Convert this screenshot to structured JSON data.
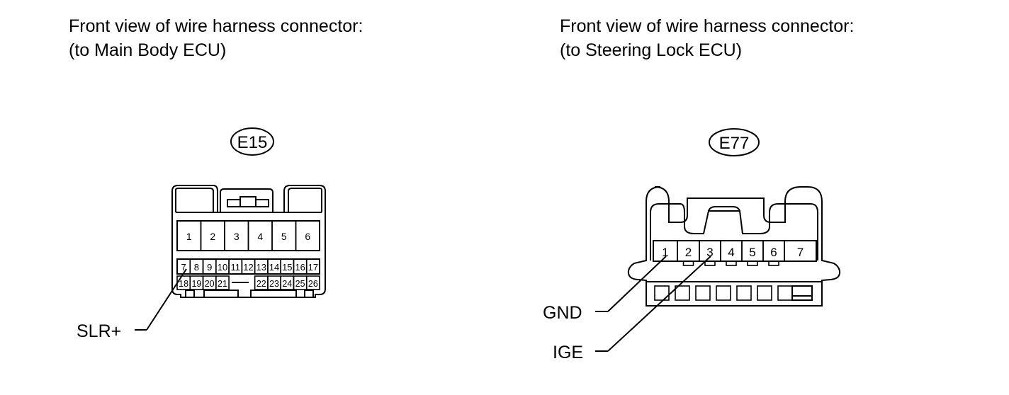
{
  "left": {
    "caption_line1": "Front view of wire harness connector:",
    "caption_line2": "(to Main Body ECU)",
    "connector_id": "E15",
    "row1_pins": [
      "1",
      "2",
      "3",
      "4",
      "5",
      "6"
    ],
    "row2_pins": [
      "7",
      "8",
      "9",
      "10",
      "11",
      "12",
      "13",
      "14",
      "15",
      "16",
      "17"
    ],
    "row3_pins_left": [
      "18",
      "19",
      "20",
      "21"
    ],
    "row3_pins_right": [
      "22",
      "23",
      "24",
      "25",
      "26"
    ],
    "signal_label": "SLR+"
  },
  "right": {
    "caption_line1": "Front view of wire harness connector:",
    "caption_line2": "(to Steering Lock ECU)",
    "connector_id": "E77",
    "pins": [
      "1",
      "2",
      "3",
      "4",
      "5",
      "6",
      "7"
    ],
    "signal_label_gnd": "GND",
    "signal_label_ige": "IGE"
  }
}
